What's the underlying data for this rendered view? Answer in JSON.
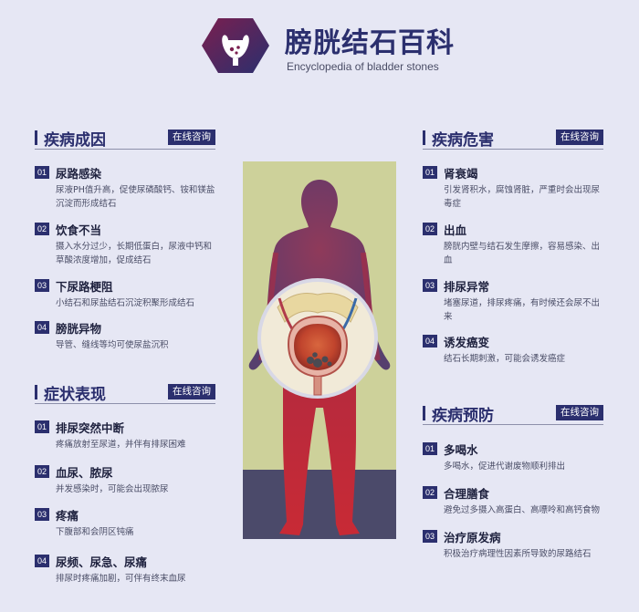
{
  "header": {
    "title": "膀胱结石百科",
    "subtitle": "Encyclopedia of bladder stones",
    "logo_icon": "bladder-icon"
  },
  "colors": {
    "background": "#e6e7f4",
    "primary": "#2b2f6e",
    "accent": "#a11f3a",
    "figure_bg_top": "#cdd19a",
    "figure_bg_bottom": "#4b4a6a"
  },
  "sections": {
    "causes": {
      "title": "疾病成因",
      "consult": "在线咨询",
      "items": [
        {
          "num": "01",
          "title": "尿路感染",
          "desc": "尿液PH值升高，促使尿磷酸钙、铵和镁盐沉淀而形成结石"
        },
        {
          "num": "02",
          "title": "饮食不当",
          "desc": "摄入水分过少，长期低蛋白，尿液中钙和草酸浓度增加，促成结石"
        },
        {
          "num": "03",
          "title": "下尿路梗阻",
          "desc": "小结石和尿盐结石沉淀积聚形成结石"
        },
        {
          "num": "04",
          "title": "膀胱异物",
          "desc": "导管、缝线等均可使尿盐沉积"
        }
      ]
    },
    "symptoms": {
      "title": "症状表现",
      "consult": "在线咨询",
      "items": [
        {
          "num": "01",
          "title": "排尿突然中断",
          "desc": "疼痛放射至尿道，并伴有排尿困难"
        },
        {
          "num": "02",
          "title": "血尿、脓尿",
          "desc": "并发感染时，可能会出现脓尿"
        },
        {
          "num": "03",
          "title": "疼痛",
          "desc": "下腹部和会阴区钝痛"
        },
        {
          "num": "04",
          "title": "尿频、尿急、尿痛",
          "desc": "排尿时疼痛加剧，可伴有终末血尿"
        }
      ]
    },
    "harms": {
      "title": "疾病危害",
      "consult": "在线咨询",
      "items": [
        {
          "num": "01",
          "title": "肾衰竭",
          "desc": "引发肾积水，腐蚀肾脏，严重时会出现尿毒症"
        },
        {
          "num": "02",
          "title": "出血",
          "desc": "膀胱内壁与结石发生摩擦，容易感染、出血"
        },
        {
          "num": "03",
          "title": "排尿异常",
          "desc": "堵塞尿道，排尿疼痛，有时候还会尿不出来"
        },
        {
          "num": "04",
          "title": "诱发癌变",
          "desc": "结石长期刺激，可能会诱发癌症"
        }
      ]
    },
    "prevention": {
      "title": "疾病预防",
      "consult": "在线咨询",
      "items": [
        {
          "num": "01",
          "title": "多喝水",
          "desc": "多喝水，促进代谢废物顺利排出"
        },
        {
          "num": "02",
          "title": "合理膳食",
          "desc": "避免过多摄入高蛋白、高嘌呤和高钙食物"
        },
        {
          "num": "03",
          "title": "治疗原发病",
          "desc": "积极治疗病理性因素所导致的尿路结石"
        }
      ]
    }
  }
}
